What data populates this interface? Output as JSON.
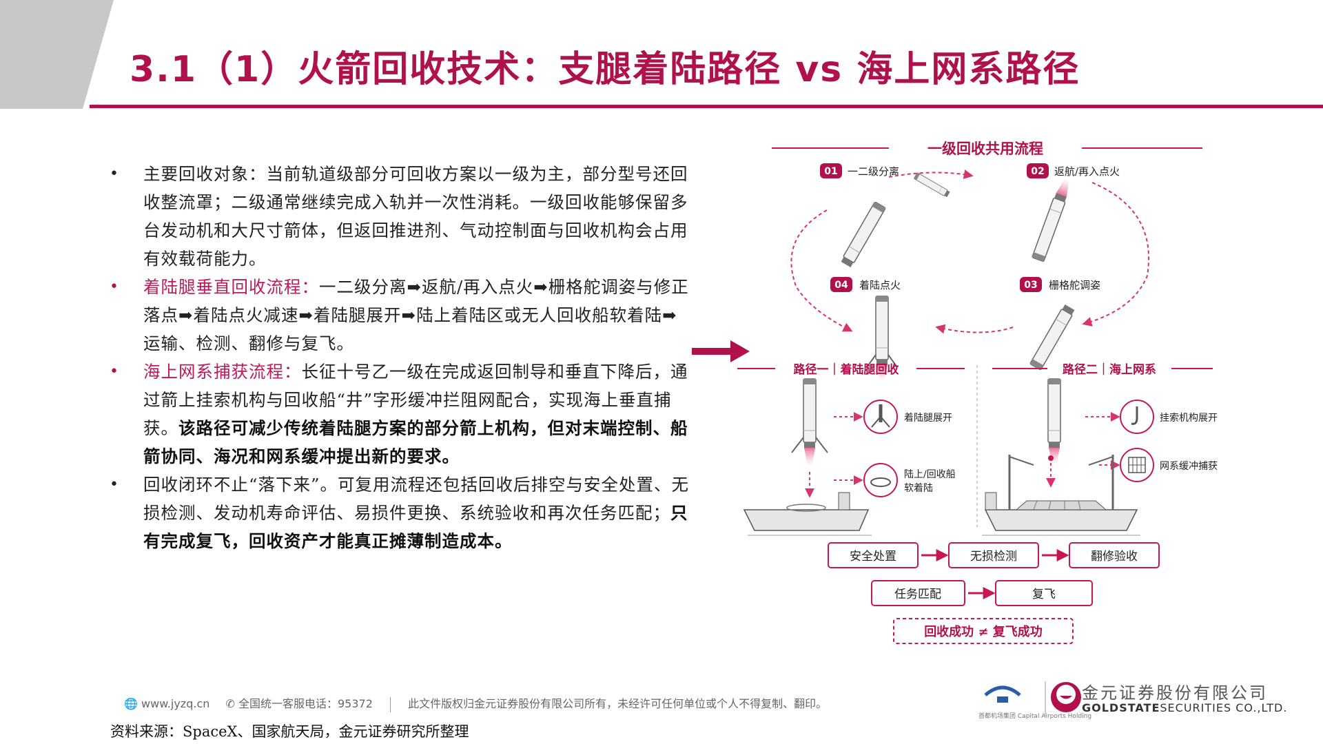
{
  "title": "3.1（1）火箭回收技术：支腿着陆路径 vs 海上网系路径",
  "bullets": [
    {
      "lead": "",
      "text": "主要回收对象：当前轨道级部分可回收方案以一级为主，部分型号还回收整流罩；二级通常继续完成入轨并一次性消耗。一级回收能够保留多台发动机和大尺寸箭体，但返回推进剂、气动控制面与回收机构会占用有效载荷能力。",
      "strong": ""
    },
    {
      "lead": "着陆腿垂直回收流程：",
      "text": "一二级分离➡返航/再入点火➡栅格舵调姿与修正落点➡着陆点火减速➡着陆腿展开➡陆上着陆区或无人回收船软着陆➡运输、检测、翻修与复飞。",
      "strong": ""
    },
    {
      "lead": "海上网系捕获流程：",
      "text": "长征十号乙一级在完成返回制导和垂直下降后，通过箭上挂索机构与回收船“井”字形缓冲拦阻网配合，实现海上垂直捕获。",
      "strong": "该路径可减少传统着陆腿方案的部分箭上机构，但对末端控制、船箭协同、海况和网系缓冲提出新的要求。"
    },
    {
      "lead": "",
      "text": "回收闭环不止“落下来”。可复用流程还包括回收后排空与安全处置、无损检测、发动机寿命评估、易损件更换、系统验收和再次任务匹配；",
      "strong": "只有完成复飞，回收资产才能真正摊薄制造成本。"
    }
  ],
  "diagram": {
    "header": "一级回收共用流程",
    "steps": [
      {
        "num": "01",
        "label": "一二级分离"
      },
      {
        "num": "02",
        "label": "返航/再入点火"
      },
      {
        "num": "03",
        "label": "栅格舵调姿"
      },
      {
        "num": "04",
        "label": "着陆点火"
      }
    ],
    "path1": {
      "title": "路径一｜着陆腿回收",
      "item1": "着陆腿展开",
      "item2_line1": "陆上/回收船",
      "item2_line2": "软着陆"
    },
    "path2": {
      "title": "路径二｜海上网系",
      "item1": "挂索机构展开",
      "item2": "网系缓冲捕获"
    },
    "flow_row1": [
      "安全处置",
      "无损检测",
      "翻修验收"
    ],
    "flow_row2": [
      "任务匹配",
      "复飞"
    ],
    "footer_note": "回收成功 ≠ 复飞成功"
  },
  "footer": {
    "website": "www.jyzq.cn",
    "hotline": "全国统一客服电话：95372",
    "copyright": "此文件版权归金元证券股份有限公司所有，未经许可任何单位或个人不得复制、翻印。"
  },
  "source": "资料来源：SpaceX、国家航天局，金元证券研究所整理",
  "logo": {
    "company_cn": "金元证券股份有限公司",
    "company_en_bold": "GOLDSTATE",
    "company_en_rest": "SECURITIES CO.,LTD.",
    "group_label": "首都机场集团",
    "group_en": "Capital Airports Holding"
  },
  "colors": {
    "accent": "#b0114b",
    "flow_border": "#c8174f",
    "dashed": "#d8336b"
  }
}
